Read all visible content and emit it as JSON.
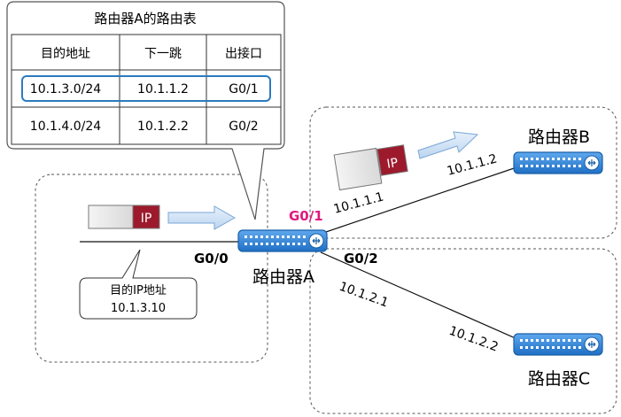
{
  "routing_table": {
    "title": "路由器A的路由表",
    "headers": [
      "目的地址",
      "下一跳",
      "出接口"
    ],
    "rows": [
      {
        "dest": "10.1.3.0/24",
        "next_hop": "10.1.1.2",
        "iface": "G0/1",
        "highlighted": true
      },
      {
        "dest": "10.1.4.0/24",
        "next_hop": "10.1.2.2",
        "iface": "G0/2",
        "highlighted": false
      }
    ]
  },
  "routers": {
    "a": {
      "label": "路由器A"
    },
    "b": {
      "label": "路由器B"
    },
    "c": {
      "label": "路由器C"
    }
  },
  "interfaces": {
    "g00": "G0/0",
    "g01": "G0/1",
    "g02": "G0/2"
  },
  "links": {
    "ab_a_ip": "10.1.1.1",
    "ab_b_ip": "10.1.1.2",
    "ac_a_ip": "10.1.2.1",
    "ac_c_ip": "10.1.2.2"
  },
  "packets": {
    "left": {
      "label": "IP"
    },
    "top": {
      "label": "IP"
    }
  },
  "callout": {
    "line1": "目的IP地址",
    "line2": "10.1.3.10"
  },
  "colors": {
    "highlight_border": "#2b7bbf",
    "g01_label": "#e0197e",
    "ip_packet": "#9c1a2c",
    "router_blue": "#2b7fd4"
  }
}
